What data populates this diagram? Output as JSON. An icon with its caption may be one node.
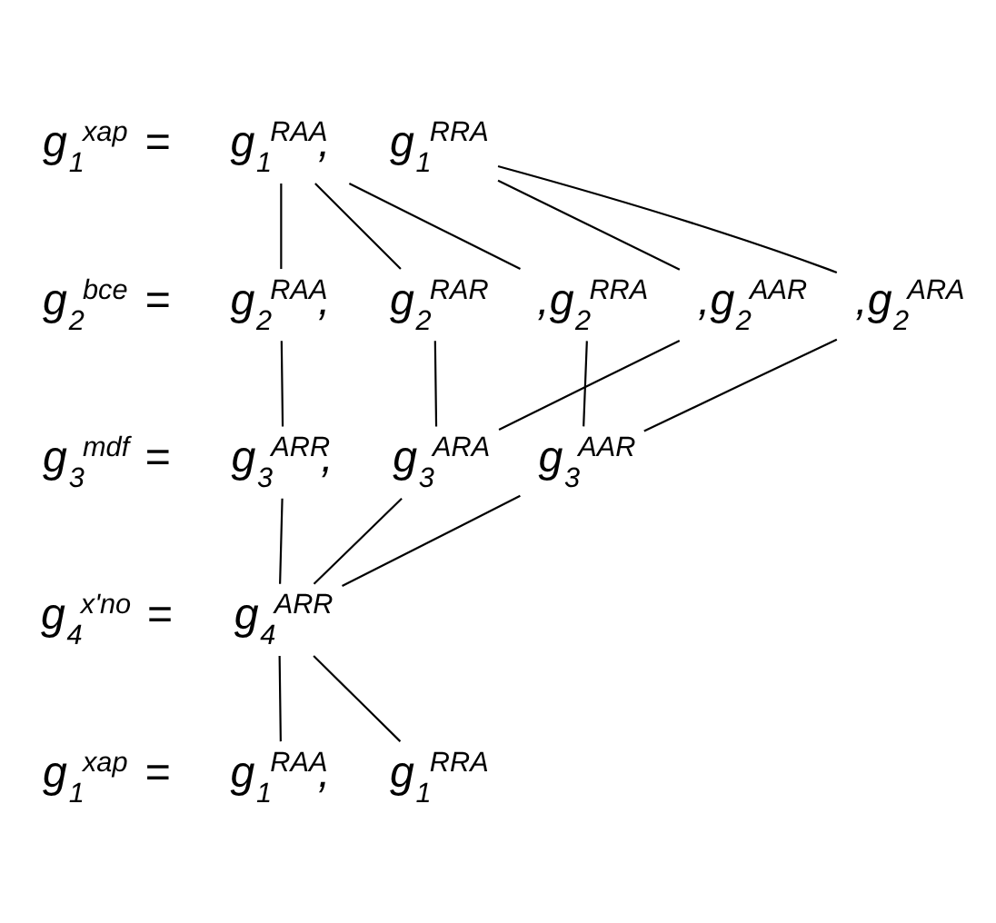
{
  "diagram": {
    "nodes": [
      {
        "text": [
          "g$_{1}$$^{RAA}$,"
        ]
      },
      {
        "text": [
          "g$_{1}$$^{RRA}$"
        ]
      },
      {
        "text": [
          "g$_{2}$$^{RAA}$,"
        ]
      },
      {
        "text": [
          "g$_{2}$$^{RAR}$"
        ]
      },
      {
        "text": [
          ",g$_{2}$$^{RRA}$"
        ]
      },
      {
        "text": [
          ",g$_{2}$$^{AAR}$"
        ]
      },
      {
        "text": [
          ",g$_{2}$$^{ARA}$"
        ]
      },
      {
        "text": [
          "g$_{3}$$^{ARR}$,"
        ]
      },
      {
        "text": [
          "g$_{3}$$^{ARA}$"
        ]
      },
      {
        "text": [
          "g$_{3}$$^{AAR}$"
        ]
      },
      {
        "text": [
          "g$_{4}$$^{ARR}$"
        ]
      },
      {
        "text": [
          "g$_{1}$$^{RAA}$,"
        ]
      },
      {
        "text": [
          "g$_{1}$$^{RRA}$"
        ]
      }
    ],
    "edges": [
      {
        "from": 0,
        "to": 2,
        "arrow": "none"
      },
      {
        "from": 0,
        "to": 3,
        "arrow": "none"
      },
      {
        "from": 0,
        "to": 4,
        "arrow": "none"
      },
      {
        "from": 1,
        "to": 5,
        "arrow": "none"
      },
      {
        "from": 1,
        "to": 6,
        "arrow": "none"
      },
      {
        "from": 2,
        "to": 7,
        "arrow": "none"
      },
      {
        "from": 3,
        "to": 8,
        "arrow": "none"
      },
      {
        "from": 4,
        "to": 9,
        "arrow": "none"
      },
      {
        "from": 5,
        "to": 8,
        "arrow": "none"
      },
      {
        "from": 6,
        "to": 9,
        "arrow": "none"
      },
      {
        "from": 7,
        "to": 10,
        "arrow": "none"
      },
      {
        "from": 8,
        "to": 10,
        "arrow": "none"
      },
      {
        "from": 9,
        "to": 10,
        "arrow": "none"
      },
      {
        "from": 10,
        "to": 11,
        "arrow": "none"
      },
      {
        "from": 10,
        "to": 12,
        "arrow": "none"
      }
    ],
    "labels": [
      "g$_{1}$$^{xap}$ =",
      "g$_{2}$$^{bce}$ =",
      "g$_{3}$$^{mdf}$ =",
      "g$_{4}$$^{x'no}$ =",
      "g$_{1}$$^{xap}$ ="
    ]
  }
}
